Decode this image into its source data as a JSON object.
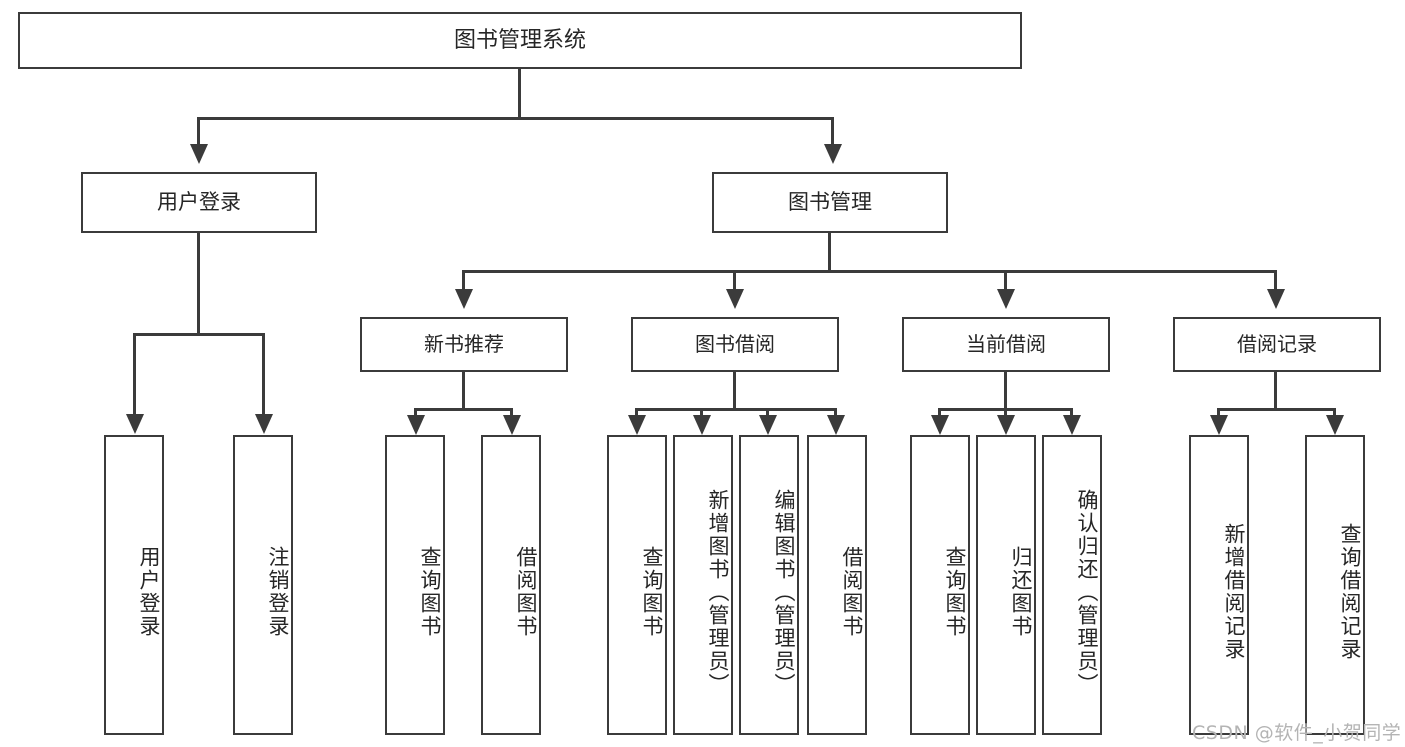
{
  "diagram": {
    "title": "图书管理系统",
    "type": "tree",
    "orientation": "top-down",
    "colors": {
      "stroke": "#3b3b3b",
      "fill": "#ffffff",
      "text": "#262626",
      "watermark": "#b4b4b4"
    },
    "root": {
      "label": "图书管理系统"
    },
    "level2": [
      {
        "label": "用户登录"
      },
      {
        "label": "图书管理"
      }
    ],
    "level3": [
      {
        "label": "新书推荐"
      },
      {
        "label": "图书借阅"
      },
      {
        "label": "当前借阅"
      },
      {
        "label": "借阅记录"
      }
    ],
    "leaves": {
      "user_login": [
        {
          "label": "用户登录"
        },
        {
          "label": "注销登录"
        }
      ],
      "new_book_recommend": [
        {
          "label": "查询图书"
        },
        {
          "label": "借阅图书"
        }
      ],
      "book_borrow": [
        {
          "label": "查询图书"
        },
        {
          "label": "新增图书（管理员）"
        },
        {
          "label": "编辑图书（管理员）"
        },
        {
          "label": "借阅图书"
        }
      ],
      "current_borrow": [
        {
          "label": "查询图书"
        },
        {
          "label": "归还图书"
        },
        {
          "label": "确认归还（管理员）"
        }
      ],
      "borrow_record": [
        {
          "label": "新增借阅记录"
        },
        {
          "label": "查询借阅记录"
        }
      ]
    },
    "watermark": "CSDN @软件_小贺同学"
  }
}
